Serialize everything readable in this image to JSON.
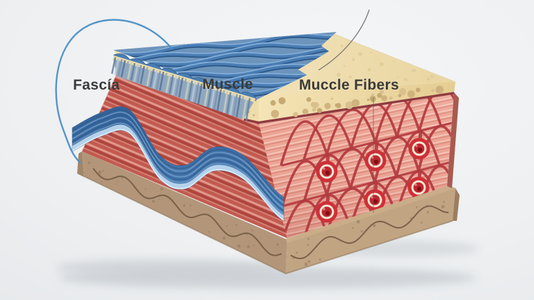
{
  "scene": {
    "description": "3D cross-section illustration of muscle tissue layers",
    "labels": {
      "fascia": "Fascía",
      "muscle": "Muscle",
      "muscle_fibers": "Muccle Fibers"
    },
    "palette": {
      "label_color": "#3b3b3b",
      "leader_blue": "#4b8ec6",
      "leader_gray": "#5a5a5a",
      "fascia_blue": "#4a7db4",
      "fascia_blue_dark": "#2b5788",
      "fascia_blue_light": "#86afd8",
      "fascia_underside": "#bcd7ee",
      "sponge_cream": "#f3e5bc",
      "sponge_hole": "#cdb17c",
      "muscle_red": "#c65b51",
      "muscle_face_pink": "#eca696",
      "fiber_line_red": "#b23a3f",
      "fiber_core_red": "#c0262e",
      "fiber_ring_cream": "#f3ead6",
      "base_tan": "#b3967a",
      "base_line": "#6e5740",
      "divider_dark_red": "#8e3b40"
    }
  }
}
